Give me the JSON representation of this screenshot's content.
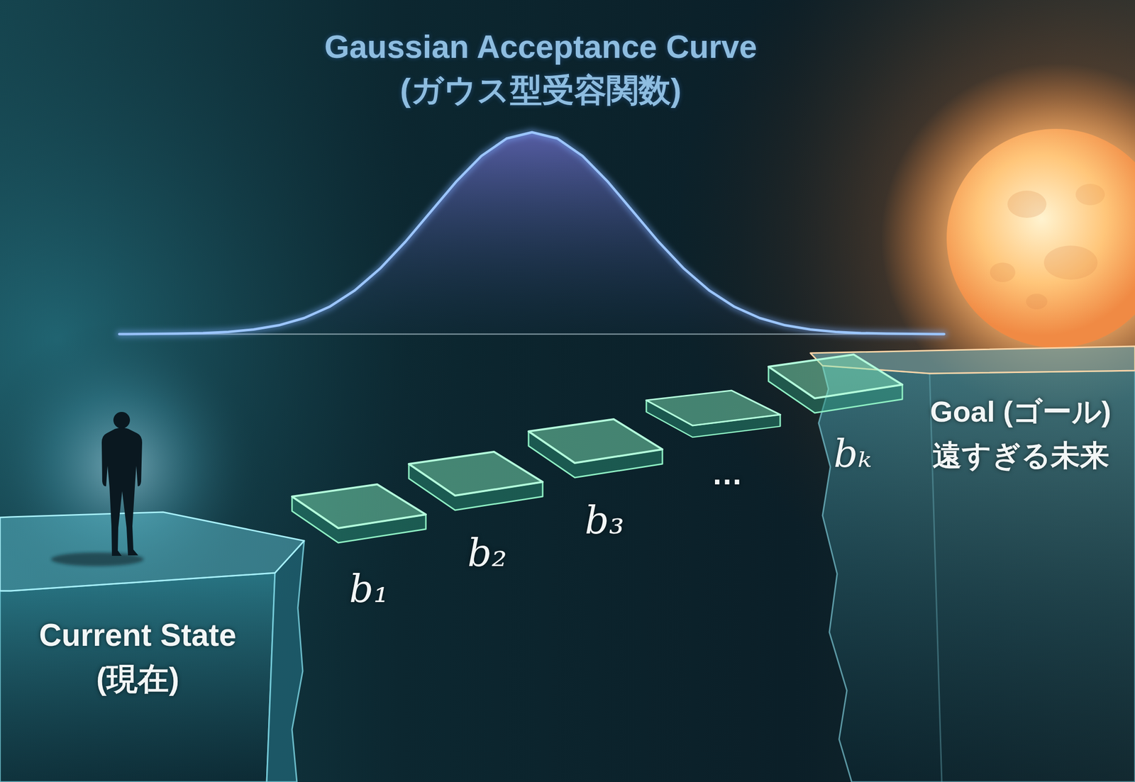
{
  "diagram": {
    "title": "Gaussian Acceptance Curve (ガウス型受容関数)",
    "labels": [
      "Current State (現在)",
      "b₁",
      "b₂",
      "b₃",
      "…",
      "bₖ",
      "Goal (ゴール) 遠すぎる未来"
    ]
  }
}
